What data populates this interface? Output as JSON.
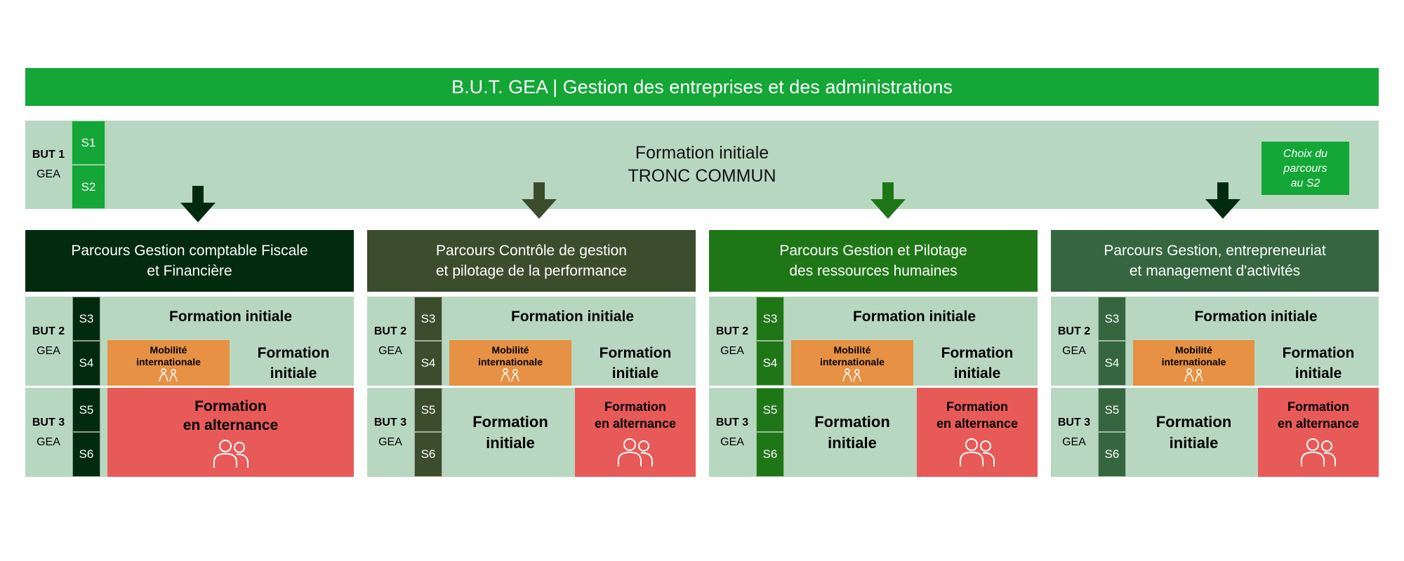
{
  "title": "B.U.T. GEA | Gestion des entreprises et des administrations",
  "tronc_commun": {
    "but_label": "BUT 1",
    "gea_label": "GEA",
    "semesters": [
      "S1",
      "S2"
    ],
    "line1": "Formation initiale",
    "line2": "TRONC COMMUN",
    "choix": [
      "Choix du",
      "parcours",
      "au S2"
    ]
  },
  "year_labels": {
    "but2": "BUT 2",
    "but3": "BUT 3",
    "gea": "GEA",
    "s3": "S3",
    "s4": "S4",
    "s5": "S5",
    "s6": "S6"
  },
  "parcours": [
    {
      "title_line1": "Parcours Gestion comptable Fiscale",
      "title_line2": "et Financière",
      "color": "#012a0e",
      "fi_top": "Formation initiale",
      "mobilite_line1": "Mobilité",
      "mobilite_line2": "internationale",
      "fi_right_line1": "Formation",
      "fi_right_line2": "initiale",
      "alternance_line1": "Formation",
      "alternance_line2": "en alternance"
    },
    {
      "title_line1": "Parcours Contrôle de gestion",
      "title_line2": "et pilotage de la performance",
      "color": "#3c4d2d",
      "fi_top": "Formation initiale",
      "mobilite_line1": "Mobilité",
      "mobilite_line2": "internationale",
      "fi_right_line1": "Formation",
      "fi_right_line2": "initiale",
      "fi_bottom_line1": "Formation",
      "fi_bottom_line2": "initiale",
      "alternance_line1": "Formation",
      "alternance_line2": "en alternance"
    },
    {
      "title_line1": "Parcours Gestion et Pilotage",
      "title_line2": "des ressources humaines",
      "color": "#1f7617",
      "fi_top": "Formation initiale",
      "mobilite_line1": "Mobilité",
      "mobilite_line2": "internationale",
      "fi_right_line1": "Formation",
      "fi_right_line2": "initiale",
      "fi_bottom_line1": "Formation",
      "fi_bottom_line2": "initiale",
      "alternance_line1": "Formation",
      "alternance_line2": "en alternance"
    },
    {
      "title_line1": "Parcours Gestion, entrepreneuriat",
      "title_line2": "et management d'activités",
      "color": "#35663f",
      "fi_top": "Formation initiale",
      "mobilite_line1": "Mobilité",
      "mobilite_line2": "internationale",
      "fi_right_line1": "Formation",
      "fi_right_line2": "initiale",
      "fi_bottom_line1": "Formation",
      "fi_bottom_line2": "initiale",
      "alternance_line1": "Formation",
      "alternance_line2": "en alternance"
    }
  ],
  "colors": {
    "brand_green": "#14a637",
    "light_green": "#b8d7c1",
    "orange": "#e69143",
    "red": "#e85a58"
  }
}
